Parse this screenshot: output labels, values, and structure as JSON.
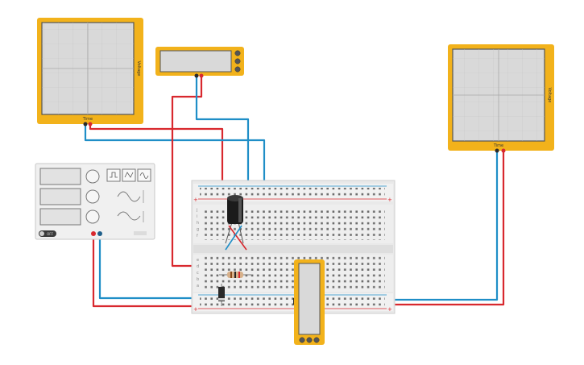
{
  "oscilloscope_left": {
    "time_label": "Time",
    "voltage_label": "Voltage"
  },
  "oscilloscope_right": {
    "time_label": "Time",
    "voltage_label": "Voltage"
  },
  "function_generator": {
    "power_label": "OFF"
  },
  "breadboard": {
    "row_letters_top": [
      "j",
      "i",
      "h",
      "g",
      "f"
    ],
    "row_letters_bottom": [
      "e",
      "d",
      "c",
      "b",
      "a"
    ]
  },
  "colors": {
    "instrument_frame": "#f2b21b",
    "screen": "#d9d9d9",
    "wire_red": "#d8282e",
    "wire_blue": "#1f8ec7",
    "breadboard": "#e9e9e9"
  }
}
